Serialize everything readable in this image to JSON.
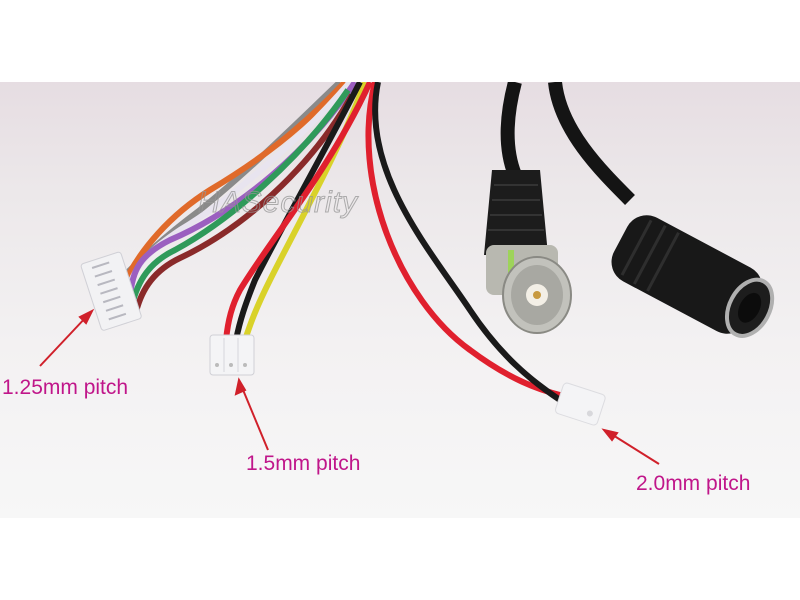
{
  "image": {
    "description": "Product photo of a camera cable harness with three JST-style connectors, a BNC female video connector and a DC power jack",
    "background_color": "#ffffff",
    "photo_bg_color": "#ebe6e9"
  },
  "watermark": {
    "text": "HASecurity"
  },
  "annotations": {
    "color": "#c0168a",
    "arrow_color": "#d0202a",
    "items": [
      {
        "label": "1.25mm pitch",
        "pins": 7
      },
      {
        "label": "1.5mm pitch",
        "pins": 3
      },
      {
        "label": "2.0mm pitch",
        "pins": 2
      }
    ]
  },
  "connectors": [
    {
      "type": "BNC female",
      "color": "#1a1a1a"
    },
    {
      "type": "DC power jack female",
      "color": "#151515"
    }
  ],
  "wire_colors": [
    "#9b5fc0",
    "#e8e4ef",
    "#8a8a8a",
    "#e06a2a",
    "#2f9a5a",
    "#8a2a2a",
    "#d9d22a",
    "#e0202e",
    "#1a1a1a"
  ]
}
